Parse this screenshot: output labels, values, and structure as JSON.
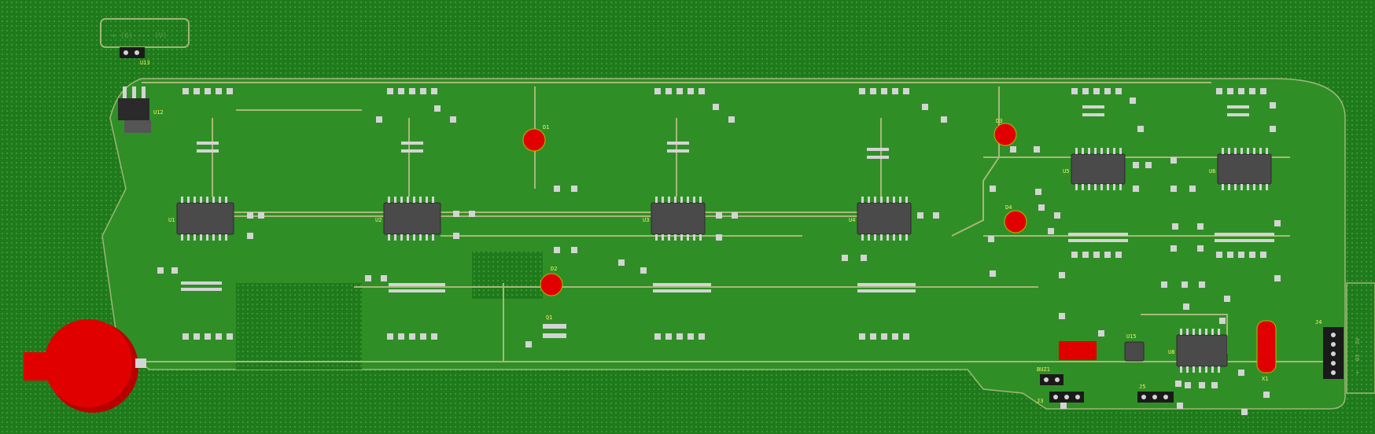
{
  "board": {
    "colors": {
      "substrate": "#1a6b1a",
      "copper_pour": "#2a8a23",
      "trace": "#a8b87a",
      "pad": "#d4d4d4",
      "ic_body": "#4a4a4a",
      "led": "#e00000",
      "silkscreen": "#f4f06a",
      "header": "#1a1a1a"
    },
    "labels": {
      "u1": "U1",
      "u2": "U2",
      "u3": "U3",
      "u4": "U4",
      "u5": "U5",
      "u6": "U6",
      "u8": "U8",
      "u12": "U12",
      "u13": "U13",
      "u15": "U15",
      "d1": "D1",
      "d2": "D2",
      "d3": "D3",
      "d4": "D4",
      "buz1": "BUZ1",
      "j3": "J3",
      "j4": "J4",
      "j5": "J5",
      "x1": "X1",
      "q1": "Q1",
      "top_left_silk": "+ (6)---- (V)",
      "right_edge_silk": "+ - 03 - SV"
    }
  }
}
